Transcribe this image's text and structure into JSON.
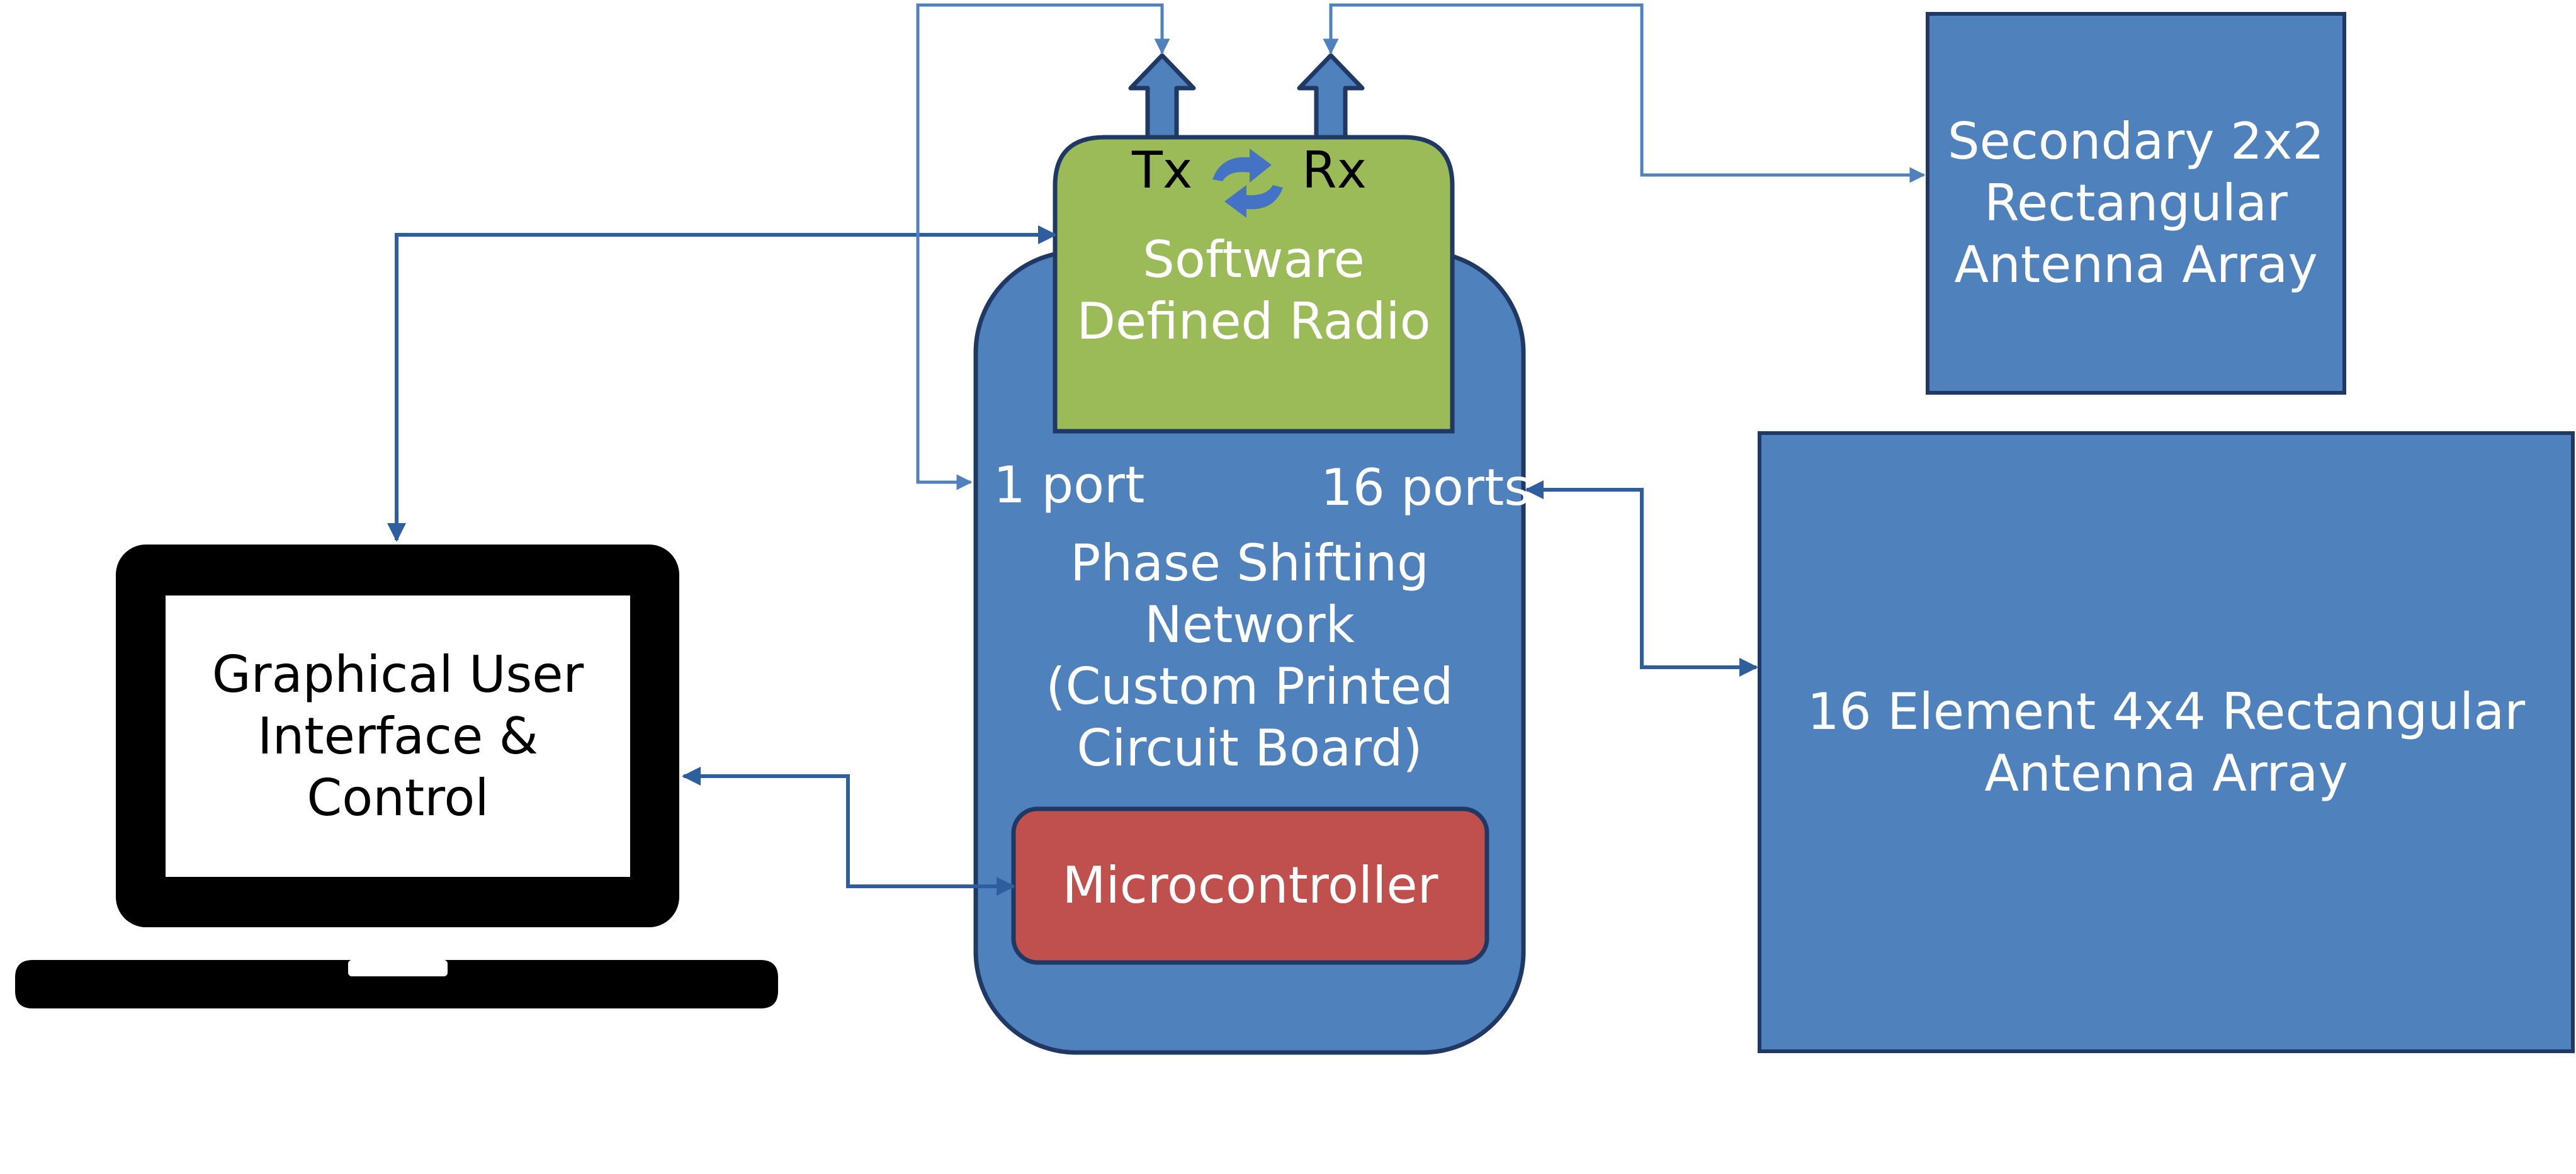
{
  "colors": {
    "blue_fill": "#4f81bd",
    "blue_border": "#1f3864",
    "green_fill": "#9bbb59",
    "red_fill": "#c0504d",
    "connector": "#2e5e9e",
    "connector_light": "#4f81bd",
    "laptop": "#000000"
  },
  "sdr": {
    "tx_label": "Tx",
    "rx_label": "Rx",
    "title_line1": "Software",
    "title_line2": "Defined Radio"
  },
  "psn": {
    "port_in": "1 port",
    "port_out": "16 ports",
    "title_line1": "Phase Shifting",
    "title_line2": "Network",
    "title_line3": "(Custom Printed",
    "title_line4": "Circuit Board)"
  },
  "mcu": {
    "label": "Microcontroller"
  },
  "gui": {
    "line1": "Graphical User",
    "line2": "Interface &",
    "line3": "Control"
  },
  "secondary_array": {
    "line1": "Secondary 2x2",
    "line2": "Rectangular",
    "line3": "Antenna Array"
  },
  "main_array": {
    "line1": "16 Element 4x4 Rectangular",
    "line2": "Antenna Array"
  },
  "icons": {
    "swap": "swap-arrows-icon",
    "laptop": "laptop-icon"
  }
}
